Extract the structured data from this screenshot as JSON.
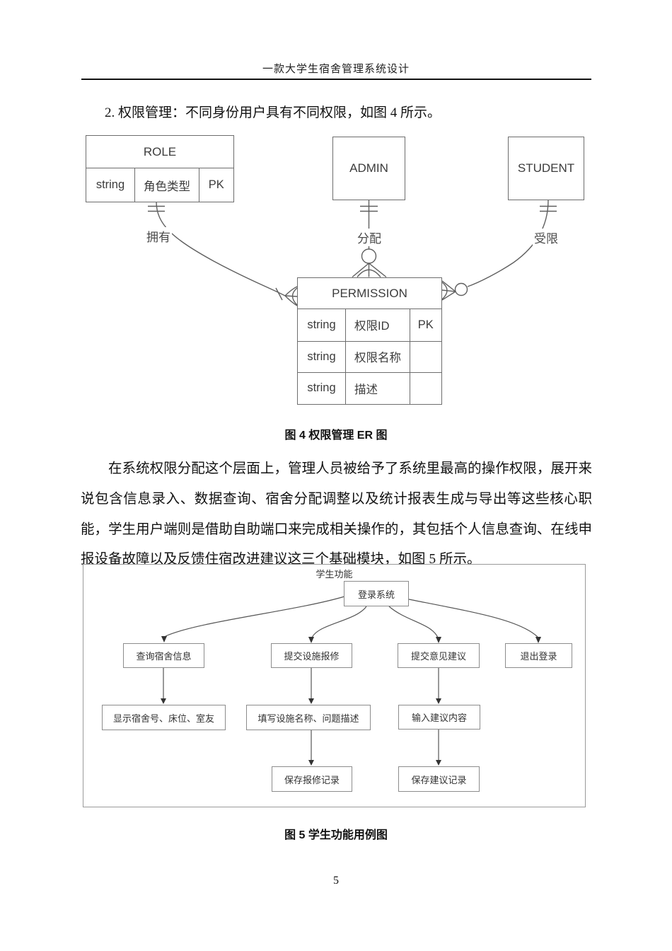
{
  "header": {
    "title": "一款大学生宿舍管理系统设计"
  },
  "intro_text": "2. 权限管理：不同身份用户具有不同权限，如图 4 所示。",
  "er_diagram": {
    "role": {
      "title": "ROLE",
      "rows": [
        {
          "type": "string",
          "name": "角色类型",
          "key": "PK"
        }
      ]
    },
    "admin_title": "ADMIN",
    "student_title": "STUDENT",
    "permission": {
      "title": "PERMISSION",
      "rows": [
        {
          "type": "string",
          "name": "权限ID",
          "key": "PK"
        },
        {
          "type": "string",
          "name": "权限名称",
          "key": ""
        },
        {
          "type": "string",
          "name": "描述",
          "key": ""
        }
      ]
    },
    "relations": {
      "role": "拥有",
      "admin": "分配",
      "student": "受限"
    }
  },
  "figure4": {
    "caption": "图 4 权限管理 ER 图"
  },
  "body_paragraph": "在系统权限分配这个层面上，管理人员被给予了系统里最高的操作权限，展开来说包含信息录入、数据查询、宿舍分配调整以及统计报表生成与导出等这些核心职能，学生用户端则是借助自助端口来完成相关操作的，其包括个人信息查询、在线申报设备故障以及反馈住宿改进建议这三个基础模块，如图 5 所示。",
  "flow_diagram": {
    "title": "学生功能",
    "nodes": {
      "login": "登录系统",
      "query_info": "查询宿舍信息",
      "submit_repair": "提交设施报修",
      "submit_suggestion": "提交意见建议",
      "logout": "退出登录",
      "show_info": "显示宿舍号、床位、室友",
      "fill_repair": "填写设施名称、问题描述",
      "input_suggestion": "输入建议内容",
      "save_repair": "保存报修记录",
      "save_suggestion": "保存建议记录"
    }
  },
  "figure5": {
    "caption": "图 5 学生功能用例图"
  },
  "footer": {
    "page_number": "5"
  }
}
